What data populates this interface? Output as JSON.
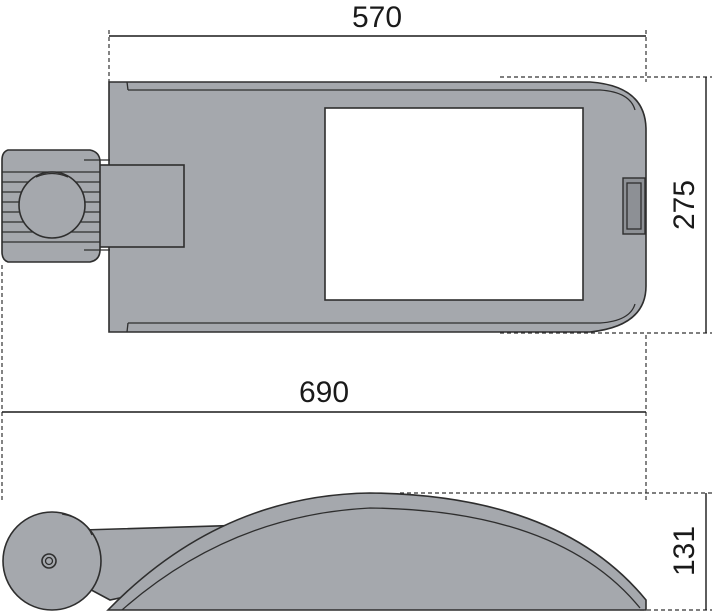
{
  "dimensions": {
    "top_width": "570",
    "height_top_view": "275",
    "overall_length": "690",
    "side_height": "131"
  },
  "colors": {
    "housing": "#a5a8ad",
    "housing_dark": "#8d9095",
    "outline": "#2e2e2e",
    "background": "#ffffff"
  }
}
